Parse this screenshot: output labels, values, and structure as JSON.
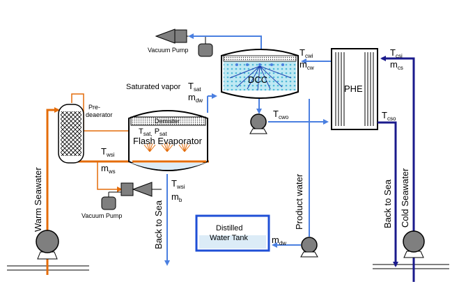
{
  "colors": {
    "warm": "#e46c0a",
    "cold": "#1a1a8c",
    "vapor": "#4a7fe0",
    "vessel": "#000000",
    "dcc_fill": "#bfe9f3",
    "tank_border": "#1f4fd6"
  },
  "icons": [
    "pump-icon",
    "vacuum-pump-icon",
    "spray-nozzle-icon",
    "ground-icon"
  ],
  "labels": {
    "vacuum_pump_top": "Vacuum Pump",
    "vacuum_pump_bottom": "Vacuum Pump",
    "saturated_vapor": "Saturated vapor",
    "tsat": "T",
    "tsat_sub": "sat",
    "mdw_top": "m",
    "mdw_top_sub": "dw",
    "predeaerator_1": "Pre-",
    "predeaerator_2": "deaerator",
    "demister": "Demister",
    "tsat_psat": "T",
    "tsat_psat_sub1": "sat,",
    "tsat_psat_p": " P",
    "tsat_psat_sub2": "sat",
    "flash_evaporator": "Flash Evaporator",
    "twsi_1": "T",
    "twsi_1_sub": "wsi",
    "mws": "m",
    "mws_sub": "ws",
    "twsi_2": "T",
    "twsi_2_sub": "wsi",
    "mb": "m",
    "mb_sub": "b",
    "back_to_sea_1": "Back to Sea",
    "warm_seawater": "Warm Seawater",
    "dcc": "DCC",
    "tcwi": "T",
    "tcwi_sub": "cwi",
    "mcw": "m",
    "mcw_sub": "cw",
    "tcwo": "T",
    "tcwo_sub": "cwo",
    "phe": "PHE",
    "tcsi": "T",
    "tcsi_sub": "csi",
    "mcs": "m",
    "mcs_sub": "cs",
    "tcso": "T",
    "tcso_sub": "cso",
    "product_water": "Product water",
    "distilled_1": "Distilled",
    "distilled_2": "Water Tank",
    "mdw_bottom": "m",
    "mdw_bottom_sub": "dw",
    "back_to_sea_2": "Back to Sea",
    "cold_seawater": "Cold Seawater"
  }
}
